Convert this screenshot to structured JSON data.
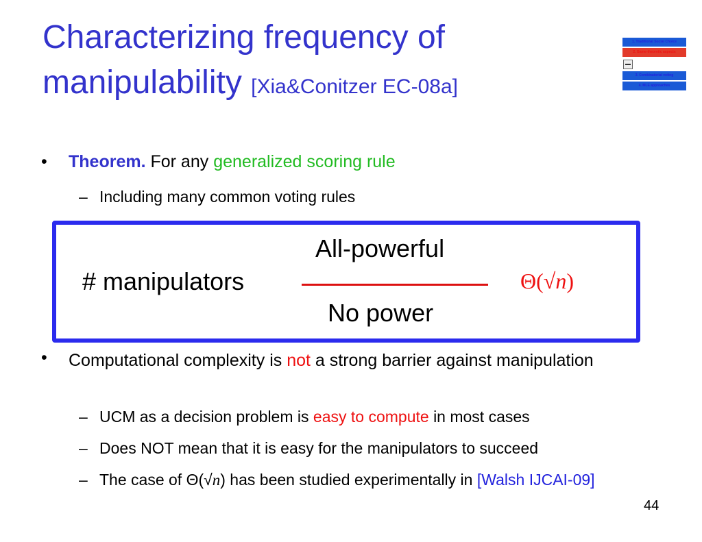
{
  "title": {
    "line1": "Characterizing frequency of",
    "line2": "manipulability",
    "citation": "[Xia&Conitzer EC-08a]"
  },
  "nav": {
    "items": [
      {
        "label": "1. Traditional Social Choice",
        "color": "#1a5ad6"
      },
      {
        "label": "2. Game-theoretic aspects",
        "color": "#e23a2a"
      },
      {
        "label": "3. Combinatorial voting",
        "color": "#1a5ad6"
      },
      {
        "label": "4. MLE approaches",
        "color": "#1a5ad6"
      }
    ]
  },
  "bullet1": {
    "marker": "•",
    "label": "Theorem.",
    "text": "For any",
    "highlight": "generalized scoring rule",
    "sub": {
      "marker": "–",
      "text": "Including many common voting rules"
    }
  },
  "formula": {
    "left": "# manipulators",
    "numerator": "All-powerful",
    "denominator": "No power",
    "result_prefix": "Θ(√",
    "result_var": "n",
    "result_suffix": ")"
  },
  "bullet2": {
    "marker": "•",
    "text_before": "Computational complexity is",
    "highlight": "not",
    "text_after": "a strong barrier against manipulation",
    "subs": [
      {
        "marker": "–",
        "before": "UCM as a decision problem is",
        "highlight": "easy to compute",
        "after": "in most cases"
      },
      {
        "marker": "–",
        "text": "Does NOT mean that it is easy for the manipulators to succeed"
      },
      {
        "marker": "–",
        "before": "The case of Θ(√",
        "var": "n",
        "after": ") has been studied experimentally in",
        "citation": "[Walsh IJCAI-09]"
      }
    ]
  },
  "page_number": "44",
  "colors": {
    "title": "#3333cc",
    "highlight_green": "#22bb22",
    "highlight_red": "#ee1111",
    "box_border": "#2b2bee"
  }
}
